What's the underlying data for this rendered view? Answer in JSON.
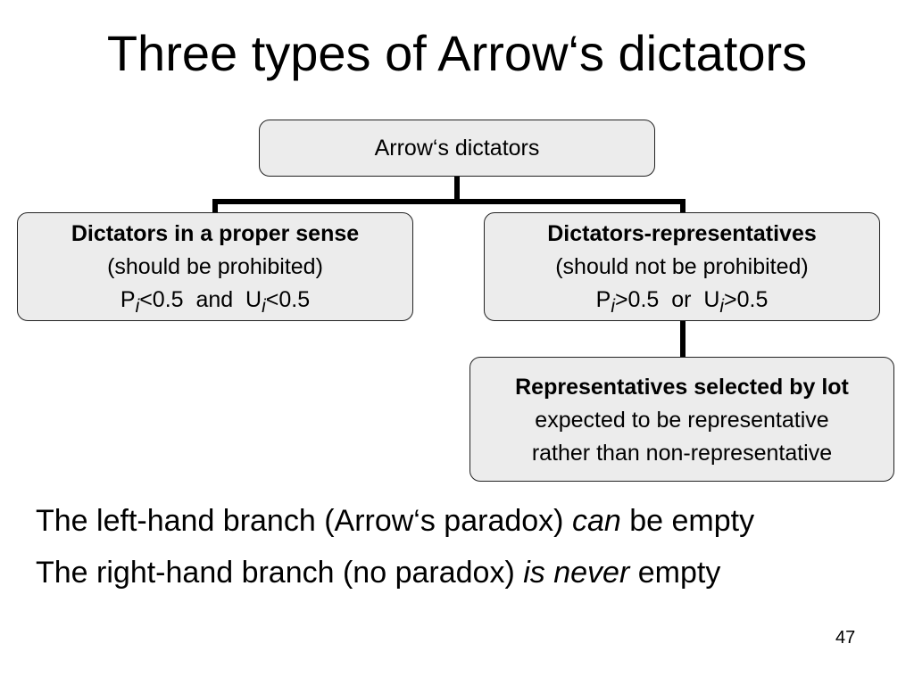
{
  "slide": {
    "title": "Three types of Arrow‘s dictators",
    "page_number": "47"
  },
  "diagram": {
    "root": {
      "label": "Arrow‘s dictators"
    },
    "left": {
      "heading": "Dictators in a proper sense",
      "note": "(should be prohibited)",
      "cond_p": "P",
      "cond_p_sub": "i",
      "cond_p_rel": "<0.5  and  U",
      "cond_u_sub": "i",
      "cond_u_rel": "<0.5"
    },
    "right": {
      "heading": "Dictators-representatives",
      "note": "(should not be prohibited)",
      "cond_p": "P",
      "cond_p_sub": "i",
      "cond_p_rel": ">0.5  or  U",
      "cond_u_sub": "i",
      "cond_u_rel": ">0.5"
    },
    "lot": {
      "heading": "Representatives selected by lot",
      "line1": "expected to be representative",
      "line2": "rather than non-representative"
    }
  },
  "statements": [
    {
      "before": "The left-hand branch (Arrow‘s paradox) ",
      "emphasis": "can",
      "after": " be empty"
    },
    {
      "before": "The right-hand branch (no paradox) ",
      "emphasis": "is never",
      "after": " empty"
    }
  ]
}
